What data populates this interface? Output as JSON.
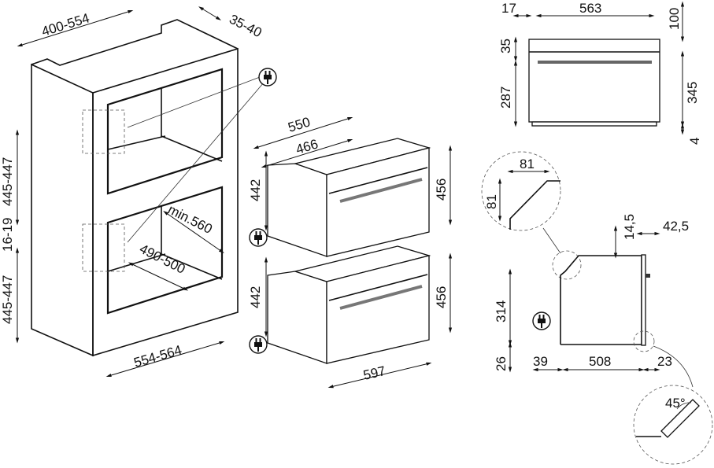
{
  "cabinet": {
    "width_top": "400-554",
    "depth_top": "35-40",
    "upper_height": "445-447",
    "gap": "16-19",
    "lower_height": "445-447",
    "min_depth": "min.560",
    "inner_depth": "490-500",
    "width_bottom": "554-564"
  },
  "ovens": {
    "depth_total": "550",
    "depth_body": "466",
    "upper_body_height": "442",
    "upper_front_height": "456",
    "lower_body_height": "442",
    "lower_front_height": "456",
    "front_width": "597"
  },
  "front_view": {
    "left_offset": "17",
    "body_width": "563",
    "top_offset": "100",
    "panel_height": "35",
    "body_height": "287",
    "front_height": "345",
    "bottom_gap": "4"
  },
  "side_view": {
    "chamfer_w": "81",
    "chamfer_h": "81",
    "top_gap": "14,5",
    "door_depth": "42,5",
    "height": "314",
    "bottom": "26",
    "rear": "39",
    "depth": "508",
    "door": "23",
    "angle": "45°"
  }
}
